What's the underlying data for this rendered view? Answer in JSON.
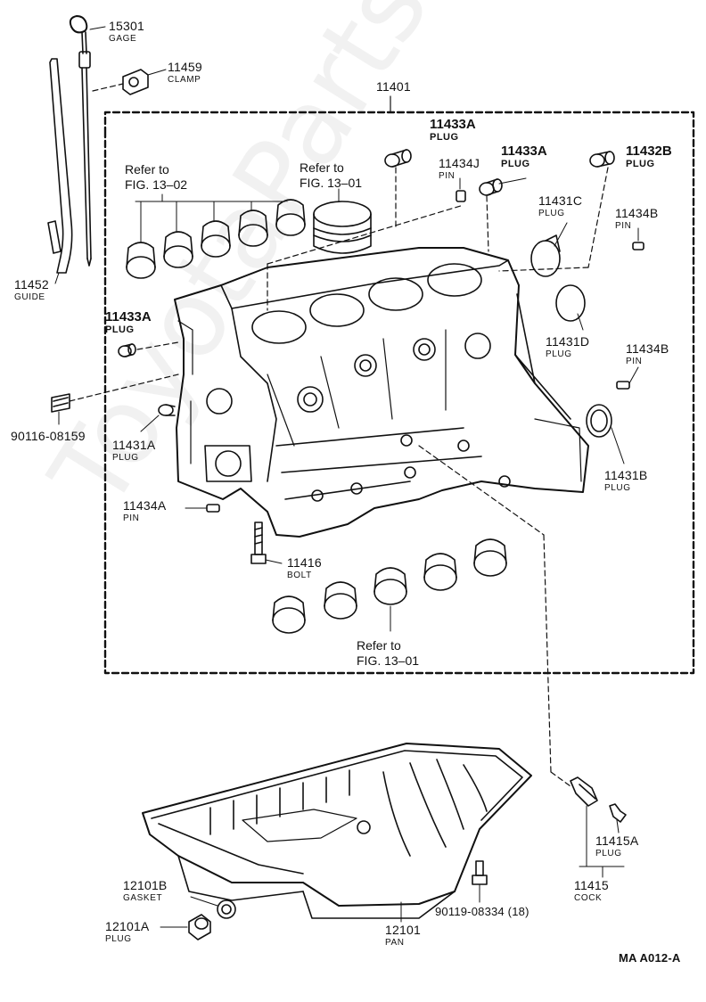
{
  "diagram": {
    "assembly_label": "11401",
    "drawing_code": "MA  A012-A",
    "watermark": "ToyotaPartsOnline.ru",
    "callouts": {
      "gage": {
        "part": "15301",
        "name": "GAGE"
      },
      "clamp": {
        "part": "11459",
        "name": "CLAMP"
      },
      "guide": {
        "part": "11452",
        "name": "GUIDE"
      },
      "plug_top": {
        "part": "11433A",
        "name": "PLUG"
      },
      "plug_mid": {
        "part": "11433A",
        "name": "PLUG"
      },
      "plug_left": {
        "part": "11433A",
        "name": "PLUG"
      },
      "plug_32b": {
        "part": "11432B",
        "name": "PLUG"
      },
      "pin_j": {
        "part": "11434J",
        "name": "PIN"
      },
      "pin_b_top": {
        "part": "11434B",
        "name": "PIN"
      },
      "pin_b_mid": {
        "part": "11434B",
        "name": "PIN"
      },
      "pin_a": {
        "part": "11434A",
        "name": "PIN"
      },
      "plug_c": {
        "part": "11431C",
        "name": "PLUG"
      },
      "plug_d": {
        "part": "11431D",
        "name": "PLUG"
      },
      "plug_a": {
        "part": "11431A",
        "name": "PLUG"
      },
      "plug_b": {
        "part": "11431B",
        "name": "PLUG"
      },
      "stud": {
        "part": "90116-08159"
      },
      "bolt": {
        "part": "11416",
        "name": "BOLT"
      },
      "plug_15a": {
        "part": "11415A",
        "name": "PLUG"
      },
      "cock": {
        "part": "11415",
        "name": "COCK"
      },
      "gasket": {
        "part": "12101B",
        "name": "GASKET"
      },
      "plug_01a": {
        "part": "12101A",
        "name": "PLUG"
      },
      "pan": {
        "part": "12101",
        "name": "PAN"
      },
      "pan_bolt": {
        "part": "90119-08334 (18)"
      }
    },
    "references": {
      "bearings_upper": {
        "line1": "Refer to",
        "line2": "FIG. 13–02"
      },
      "piston": {
        "line1": "Refer to",
        "line2": "FIG. 13–01"
      },
      "bearings_lower": {
        "line1": "Refer to",
        "line2": "FIG. 13–01"
      }
    }
  }
}
